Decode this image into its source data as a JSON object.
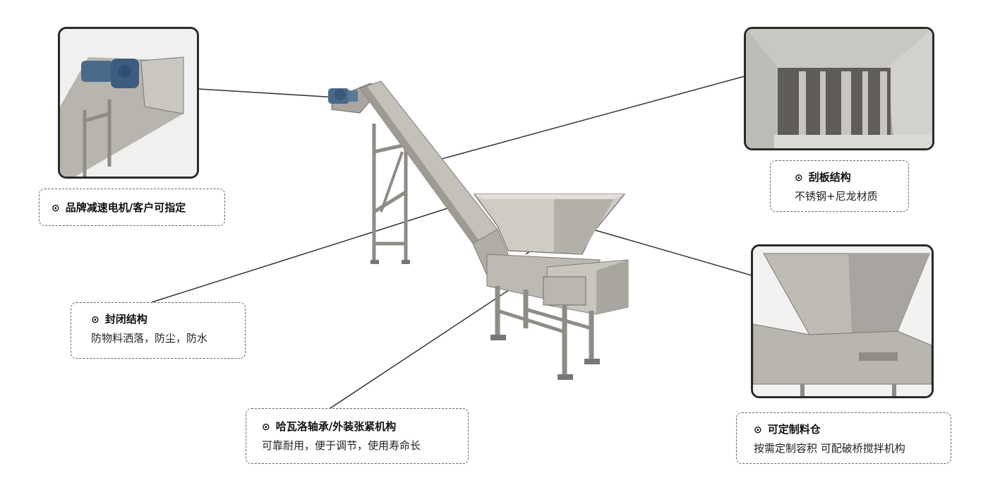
{
  "callouts": {
    "motor": {
      "bullet": "⊙",
      "title": "品牌减速电机/客户可指定"
    },
    "scraper": {
      "bullet": "⊙",
      "title": "刮板结构",
      "desc": "不锈钢+尼龙材质"
    },
    "enclosed": {
      "bullet": "⊙",
      "title": "封闭结构",
      "desc": "防物料洒落，防尘，防水"
    },
    "bearing": {
      "bullet": "⊙",
      "title": "哈瓦洛轴承/外装张紧机构",
      "desc": "可靠耐用，便于调节，使用寿命长"
    },
    "hopper": {
      "bullet": "⊙",
      "title": "可定制料仓",
      "desc": "按需定制容积  可配破桥搅拌机构"
    }
  },
  "colors": {
    "steel": "#b9b6b0",
    "steel_dark": "#8f8c86",
    "motor_blue": "#4a6a8a",
    "leader_line": "#333333"
  }
}
